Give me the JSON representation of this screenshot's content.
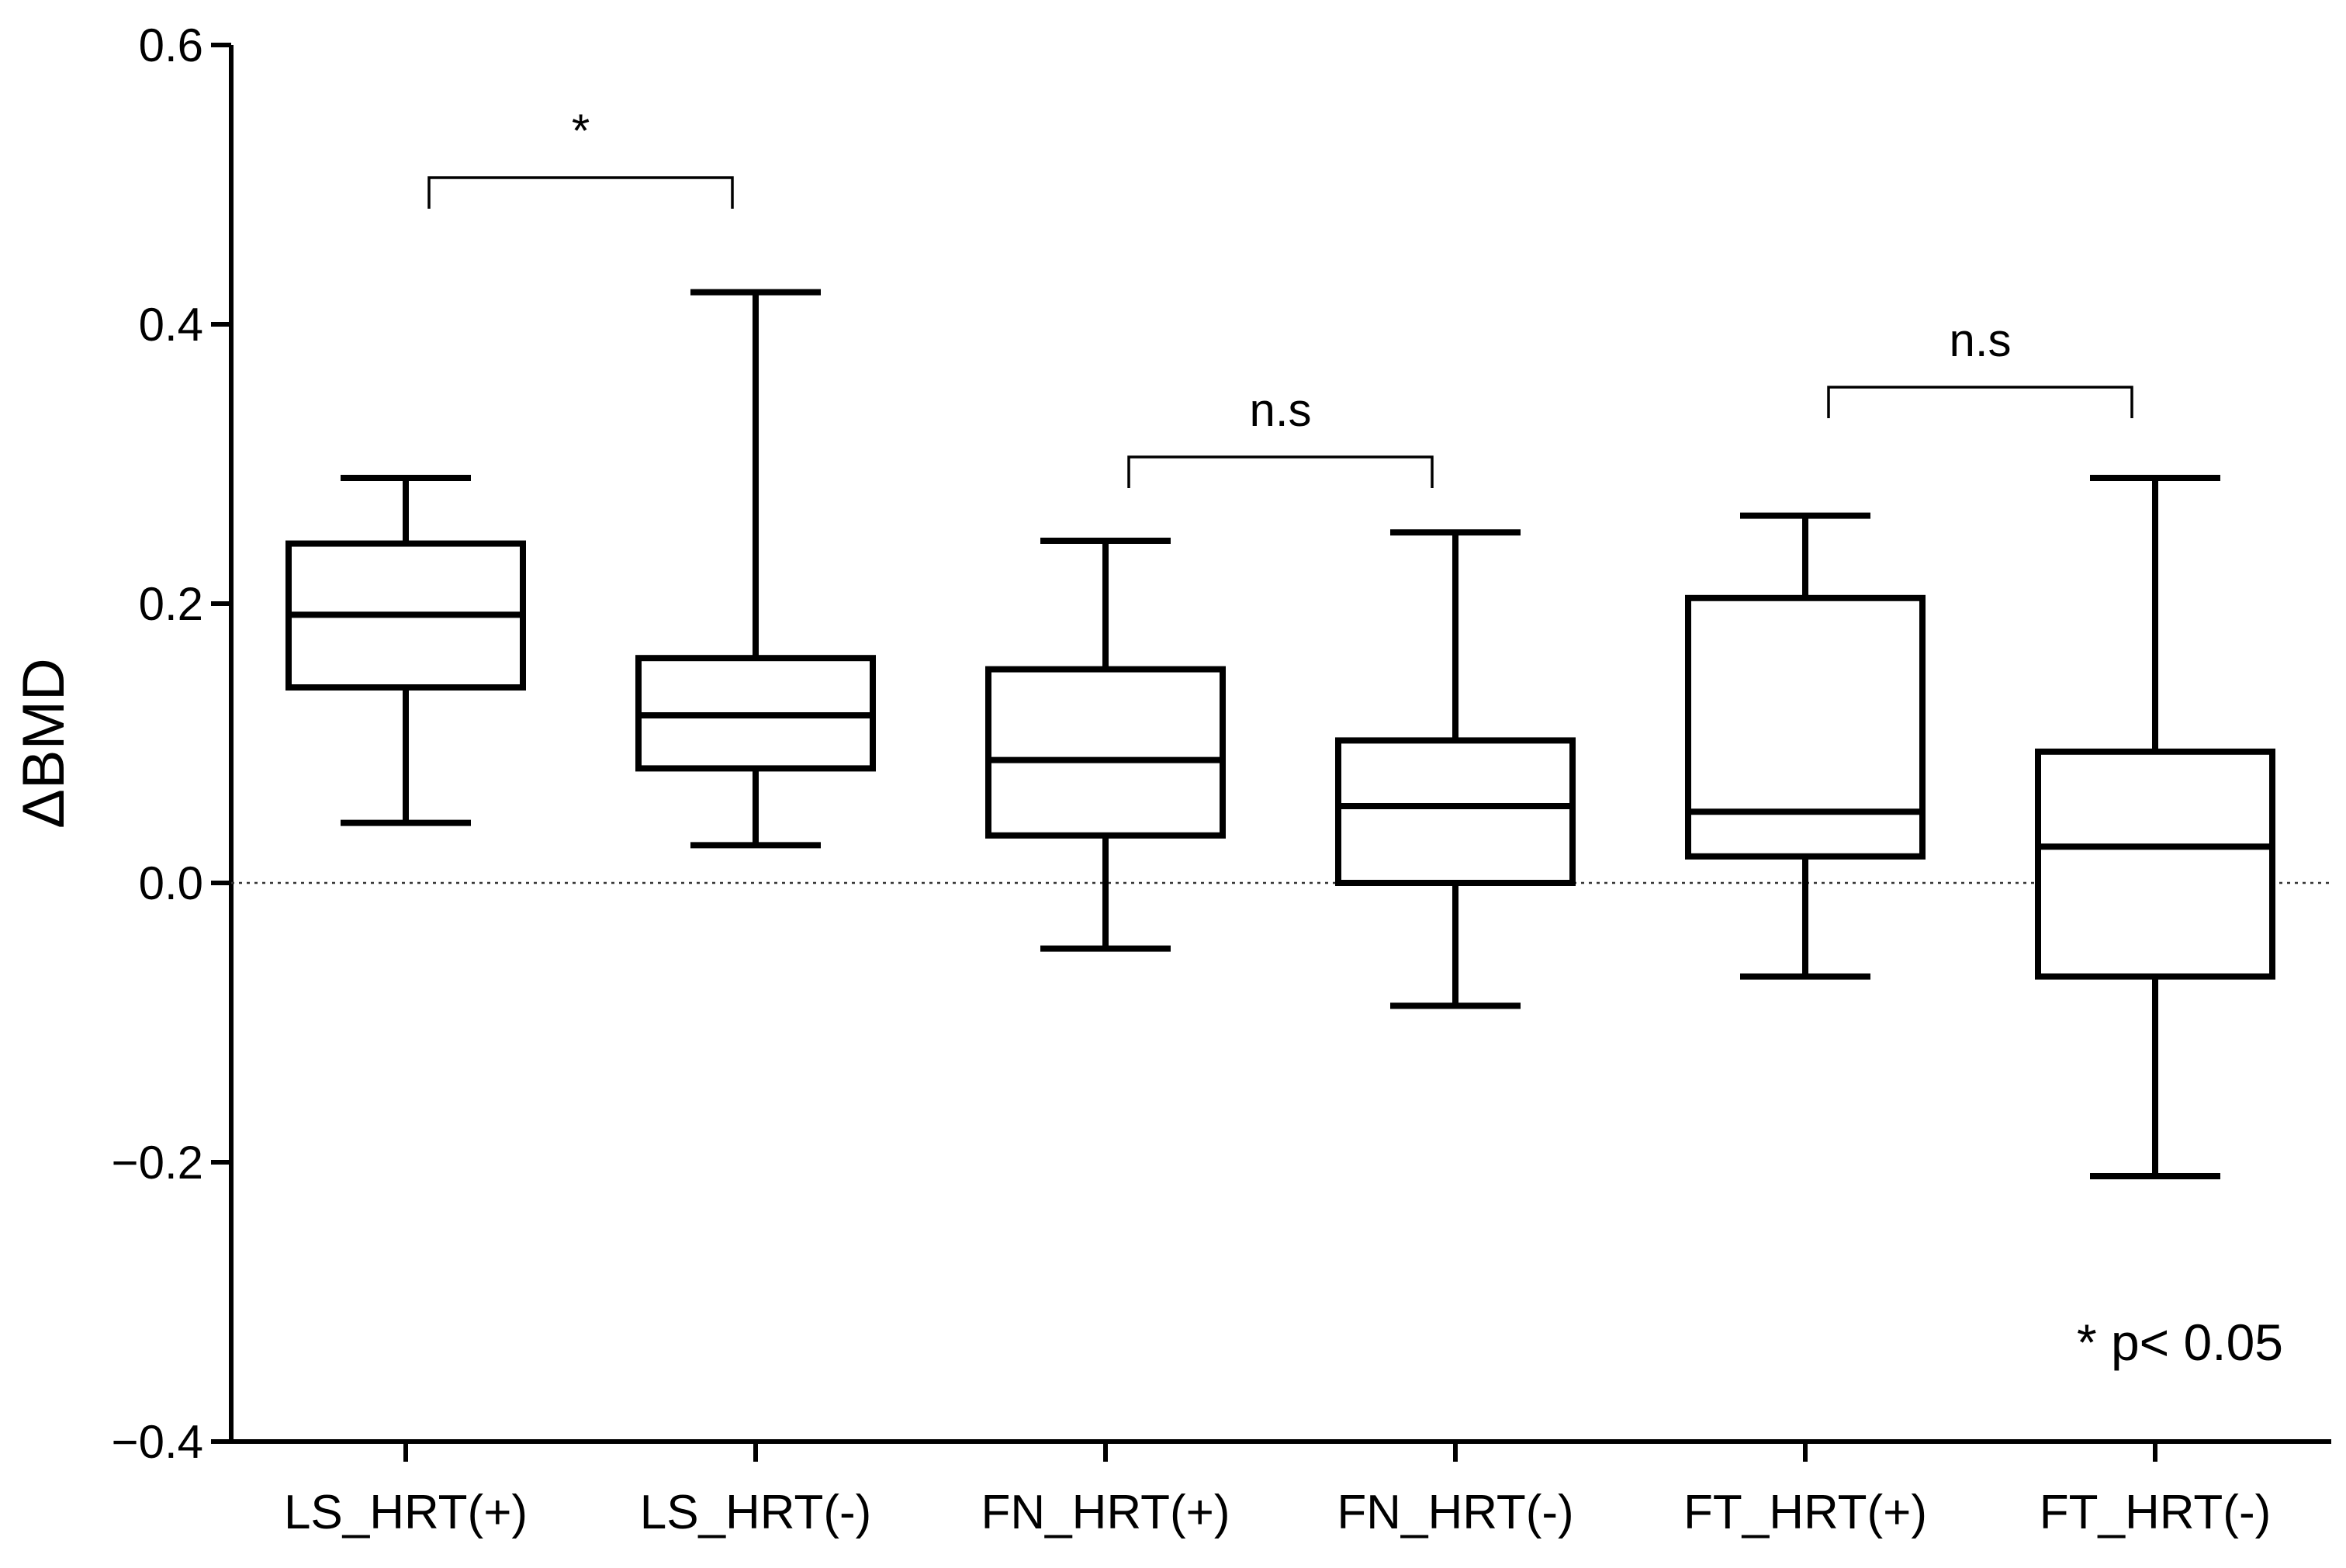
{
  "chart_data": {
    "type": "box",
    "title": "",
    "xlabel": "",
    "ylabel": "ΔBMD",
    "ylim": [
      -0.4,
      0.6
    ],
    "yticks": [
      -0.4,
      -0.2,
      0.0,
      0.2,
      0.4,
      0.6
    ],
    "ytick_labels": [
      "−0.4",
      "−0.2",
      "0.0",
      "0.2",
      "0.4",
      "0.6"
    ],
    "grid": false,
    "reference_line": {
      "y": 0.0,
      "style": "dotted"
    },
    "categories": [
      "LS_HRT(+)",
      "LS_HRT(-)",
      "FN_HRT(+)",
      "FN_HRT(-)",
      "FT_HRT(+)",
      "FT_HRT(-)"
    ],
    "boxes": [
      {
        "min": 0.043,
        "q1": 0.14,
        "median": 0.192,
        "q3": 0.243,
        "max": 0.29
      },
      {
        "min": 0.027,
        "q1": 0.082,
        "median": 0.12,
        "q3": 0.161,
        "max": 0.423
      },
      {
        "min": -0.047,
        "q1": 0.034,
        "median": 0.088,
        "q3": 0.153,
        "max": 0.245
      },
      {
        "min": -0.088,
        "q1": 0.0,
        "median": 0.055,
        "q3": 0.102,
        "max": 0.251
      },
      {
        "min": -0.067,
        "q1": 0.019,
        "median": 0.051,
        "q3": 0.204,
        "max": 0.263
      },
      {
        "min": -0.21,
        "q1": -0.067,
        "median": 0.026,
        "q3": 0.094,
        "max": 0.29
      }
    ],
    "comparisons": [
      {
        "from": 0,
        "to": 1,
        "y": 0.505,
        "label": "*"
      },
      {
        "from": 2,
        "to": 3,
        "y": 0.305,
        "label": "n.s"
      },
      {
        "from": 4,
        "to": 5,
        "y": 0.355,
        "label": "n.s"
      }
    ],
    "annotation": "* p< 0.05"
  }
}
